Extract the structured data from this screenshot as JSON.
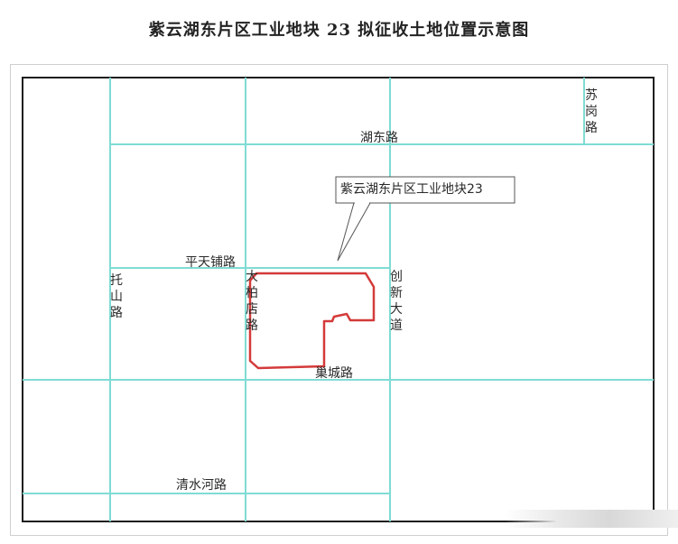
{
  "title": "紫云湖东片区工业地块 23 拟征收土地位置示意图",
  "roads": {
    "hudong": "湖东路",
    "sugang": "苏岗路",
    "pingtianpu": "平天铺路",
    "tuoshan": "托山路",
    "dabodian": "大柏店路",
    "chuangxin": "创新大道",
    "chaocheng": "巢城路",
    "qingshuihe": "清水河路"
  },
  "callout": {
    "label": "紫云湖东片区工业地块23"
  },
  "colors": {
    "road_line": "#7fdcd4",
    "parcel_outline": "#d43a3a",
    "border": "#1e1e1e"
  }
}
